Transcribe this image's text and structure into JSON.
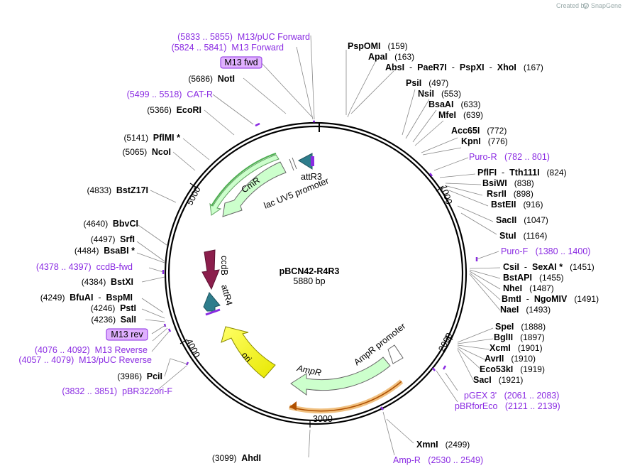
{
  "watermark": {
    "text": "Created by",
    "brand": "SnapGene"
  },
  "plasmid": {
    "name": "pBCN42-R4R3",
    "length": "5880 bp"
  },
  "ticks": [
    "1000",
    "2000",
    "3000",
    "4000",
    "5000"
  ],
  "sites": [
    {
      "name": "PspOMI",
      "pos": "(159)"
    },
    {
      "name": "ApaI",
      "pos": "(163)"
    },
    {
      "name": "AbsI",
      "extra": [
        "PaeR7I",
        "PspXI",
        "XhoI"
      ],
      "pos": "(167)"
    },
    {
      "name": "PsiI",
      "pos": "(497)"
    },
    {
      "name": "NsiI",
      "pos": "(553)"
    },
    {
      "name": "BsaAI",
      "pos": "(633)"
    },
    {
      "name": "MfeI",
      "pos": "(639)"
    },
    {
      "name": "Acc65I",
      "pos": "(772)"
    },
    {
      "name": "KpnI",
      "pos": "(776)"
    },
    {
      "name": "PflFI",
      "extra": [
        "Tth111I"
      ],
      "pos": "(824)"
    },
    {
      "name": "BsiWI",
      "pos": "(838)"
    },
    {
      "name": "RsrII",
      "pos": "(898)"
    },
    {
      "name": "BstEII",
      "pos": "(916)"
    },
    {
      "name": "SacII",
      "pos": "(1047)"
    },
    {
      "name": "StuI",
      "pos": "(1164)"
    },
    {
      "name": "CsiI",
      "extra": [
        "SexAI *"
      ],
      "pos": "(1451)"
    },
    {
      "name": "BstAPI",
      "pos": "(1455)"
    },
    {
      "name": "NheI",
      "pos": "(1487)"
    },
    {
      "name": "BmtI",
      "extra": [
        "NgoMIV"
      ],
      "pos": "(1491)"
    },
    {
      "name": "NaeI",
      "pos": "(1493)"
    },
    {
      "name": "SpeI",
      "pos": "(1888)"
    },
    {
      "name": "BglII",
      "pos": "(1897)"
    },
    {
      "name": "XcmI",
      "pos": "(1901)"
    },
    {
      "name": "AvrII",
      "pos": "(1910)"
    },
    {
      "name": "Eco53kI",
      "pos": "(1919)"
    },
    {
      "name": "SacI",
      "pos": "(1921)"
    },
    {
      "name": "XmnI",
      "pos": "(2499)"
    },
    {
      "name": "AhdI",
      "pos": "(3099)"
    },
    {
      "name": "PciI",
      "pos": "(3986)"
    },
    {
      "name": "SalI",
      "pos": "(4236)"
    },
    {
      "name": "PstI",
      "pos": "(4246)"
    },
    {
      "name": "BfuAI",
      "extra": [
        "BspMI"
      ],
      "pos": "(4249)"
    },
    {
      "name": "BstXI",
      "pos": "(4384)"
    },
    {
      "name": "BsaBI *",
      "pos": "(4484)"
    },
    {
      "name": "SrfI",
      "pos": "(4497)"
    },
    {
      "name": "BbvCI",
      "pos": "(4640)"
    },
    {
      "name": "BstZ17I",
      "pos": "(4833)"
    },
    {
      "name": "NcoI",
      "pos": "(5065)"
    },
    {
      "name": "PflMI *",
      "pos": "(5141)"
    },
    {
      "name": "EcoRI",
      "pos": "(5366)"
    },
    {
      "name": "NotI",
      "pos": "(5686)"
    }
  ],
  "primers": [
    {
      "name": "M13/pUC Forward",
      "range": "(5833 .. 5855)"
    },
    {
      "name": "M13 Forward",
      "range": "(5824 .. 5841)"
    },
    {
      "name": "CAT-R",
      "range": "(5499 .. 5518)"
    },
    {
      "name": "Puro-R",
      "range": "(782 .. 801)"
    },
    {
      "name": "Puro-F",
      "range": "(1380 .. 1400)"
    },
    {
      "name": "pGEX 3'",
      "range": "(2061 .. 2083)"
    },
    {
      "name": "pBRforEco",
      "range": "(2121 .. 2139)"
    },
    {
      "name": "Amp-R",
      "range": "(2530 .. 2549)"
    },
    {
      "name": "pBR322ori-F",
      "range": "(3832 .. 3851)"
    },
    {
      "name": "M13/pUC Reverse",
      "range": "(4057 .. 4079)"
    },
    {
      "name": "M13 Reverse",
      "range": "(4076 .. 4092)"
    },
    {
      "name": "ccdB-fwd",
      "range": "(4378 .. 4397)"
    }
  ],
  "boxed_primers": {
    "fwd": "M13 fwd",
    "rev": "M13 rev"
  },
  "features": {
    "attR3": "attR3",
    "lac_promoter": "lac UV5 promoter",
    "cmr": "CmR",
    "ccdb": "ccdB",
    "attR4": "attR4",
    "ori": "ori",
    "ampr": "AmpR",
    "ampr_promoter": "AmpR promoter"
  },
  "colors": {
    "cmr": "#ccffcc",
    "ccdb": "#8b1e4c",
    "att": "#2e7d8c",
    "ori": "#ffff00",
    "ampr": "#ccffcc",
    "promoter": "#ffffff",
    "primer": "#8a2be2",
    "primer_box": "#e0b0ff"
  }
}
